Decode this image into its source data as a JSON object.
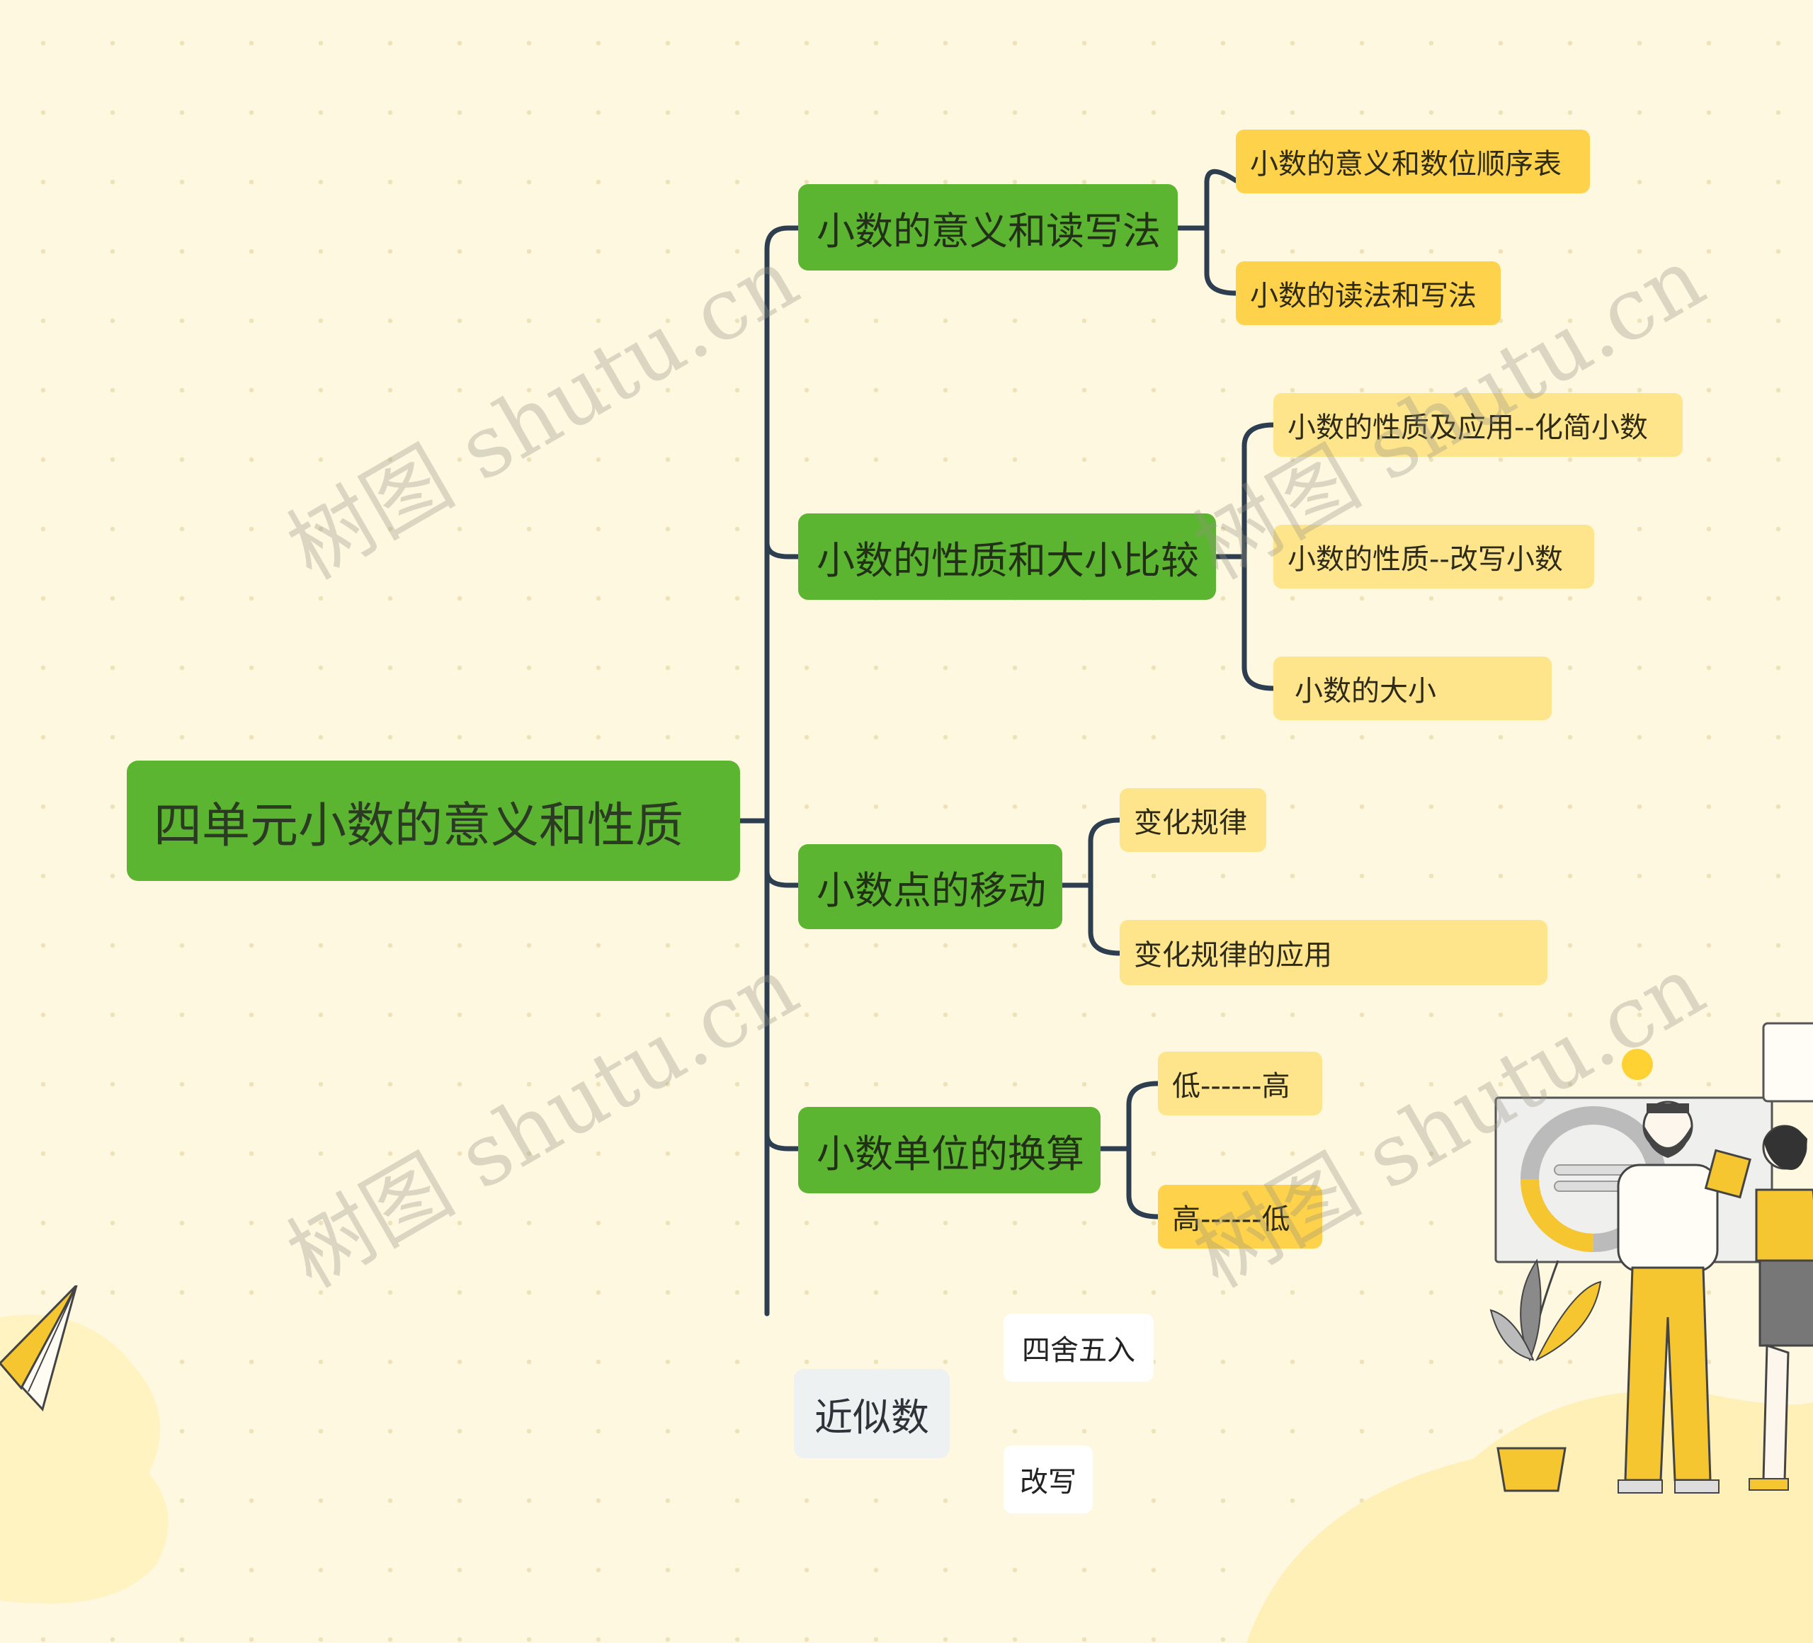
{
  "mindmap": {
    "root": "四单元小数的意义和性质",
    "branches": [
      {
        "label": "小数的意义和读写法",
        "children": [
          "小数的意义和数位顺序表",
          "小数的读法和写法"
        ]
      },
      {
        "label": "小数的性质和大小比较",
        "children": [
          "小数的性质及应用--化简小数",
          "小数的性质--改写小数",
          "小数的大小"
        ]
      },
      {
        "label": "小数点的移动",
        "children": [
          "变化规律",
          "变化规律的应用"
        ]
      },
      {
        "label": "小数单位的换算",
        "children": [
          "低------高",
          "高------低"
        ]
      }
    ],
    "floating": {
      "label": "近似数",
      "children": [
        "四舍五入",
        "改写"
      ]
    }
  },
  "watermark": "树图 shutu.cn",
  "colors": {
    "background": "#fef8e1",
    "branch_node": "#5cb531",
    "leaf_bright": "#fed24a",
    "leaf_light": "#fee58c",
    "connector": "#2c3e50"
  }
}
